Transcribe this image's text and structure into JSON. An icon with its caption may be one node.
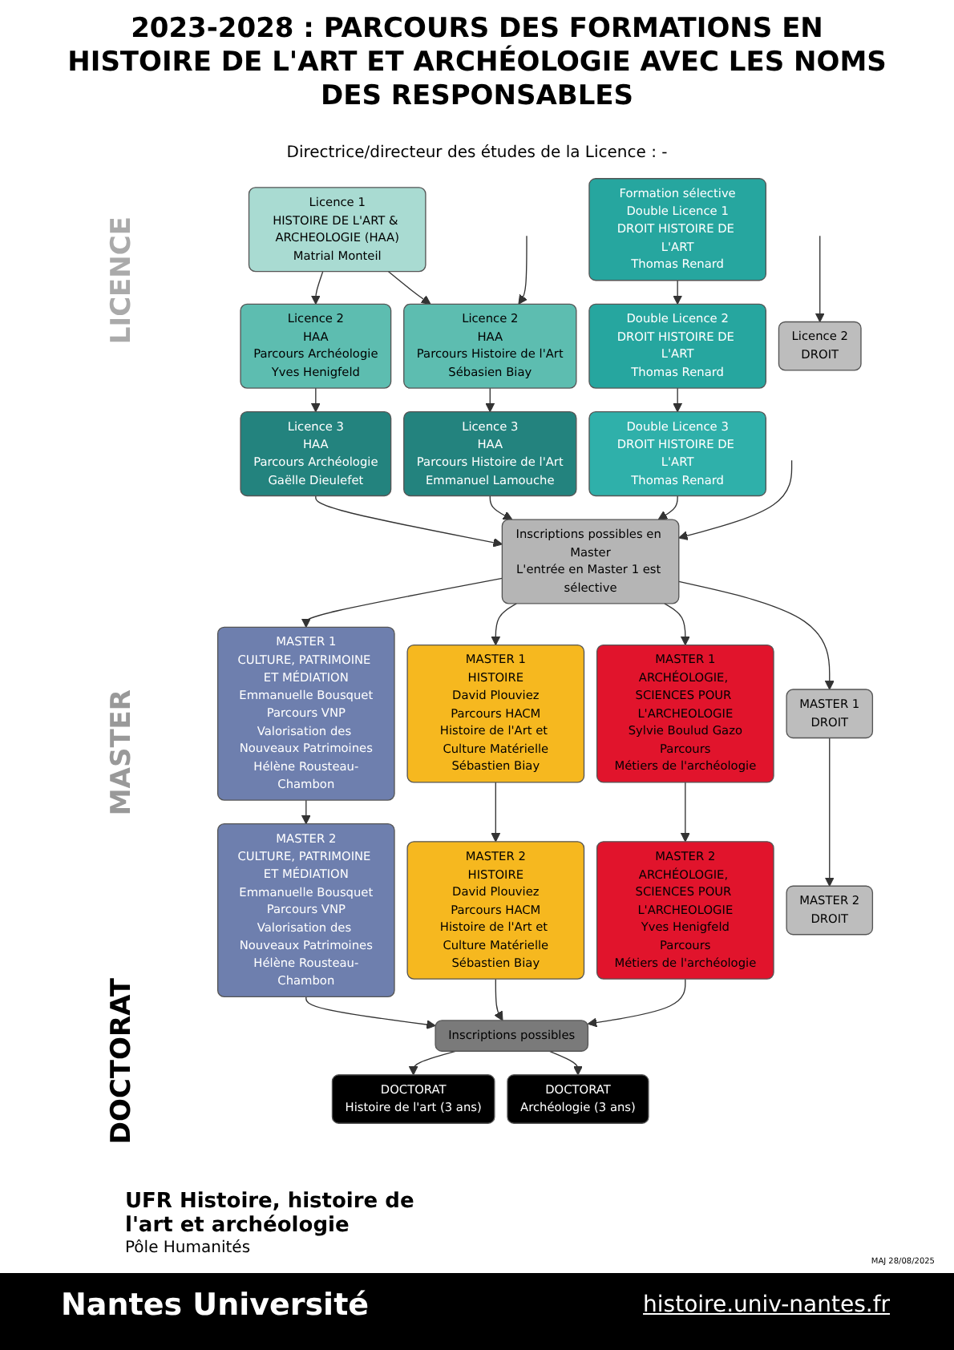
{
  "diagram": {
    "title": "2023-2028 : PARCOURS DES FORMATIONS EN HISTOIRE DE L'ART ET ARCHÉOLOGIE AVEC LES NOMS DES RESPONSABLES",
    "nodes": [
      {
        "text": [
          "Licence 1",
          "HISTOIRE DE L'ART & ARCHEOLOGIE (HAA)",
          "Matrial Monteil"
        ]
      },
      {
        "text": [
          "Formation sélective",
          "Double Licence 1",
          "DROIT HISTOIRE DE L'ART",
          "Thomas Renard"
        ]
      },
      {
        "text": [
          "Licence 2",
          "HAA",
          "Parcours Archéologie",
          "Yves Henigfeld"
        ]
      },
      {
        "text": [
          "Licence 2",
          "HAA",
          "Parcours Histoire de l'Art",
          "Sébasien Biay"
        ]
      },
      {
        "text": [
          "Double Licence 2",
          "DROIT HISTOIRE DE L'ART",
          "Thomas Renard"
        ]
      },
      {
        "text": [
          "Licence 2",
          "DROIT"
        ]
      },
      {
        "text": [
          "Licence 3",
          "HAA",
          "Parcours Archéologie",
          "Gaëlle Dieulefet"
        ]
      },
      {
        "text": [
          "Licence 3",
          "HAA",
          "Parcours Histoire de l'Art",
          "Emmanuel Lamouche"
        ]
      },
      {
        "text": [
          "Double Licence 3",
          "DROIT HISTOIRE DE L'ART",
          "Thomas Renard"
        ]
      },
      {
        "text": [
          "Inscriptions possibles en Master",
          "L'entrée en Master 1 est sélective"
        ]
      },
      {
        "text": [
          "MASTER 1",
          "CULTURE, PATRIMOINE ET MÉDIATION",
          "Emmanuelle Bousquet",
          "Parcours VNP",
          "Valorisation des Nouveaux Patrimoines",
          "Hélène Rousteau-Chambon"
        ]
      },
      {
        "text": [
          "MASTER 1",
          "HISTOIRE",
          "David Plouviez",
          "Parcours HACM",
          "Histoire de l'Art et Culture Matérielle",
          "Sébastien Biay"
        ]
      },
      {
        "text": [
          "MASTER 1",
          "ARCHÉOLOGIE, SCIENCES POUR L'ARCHEOLOGIE",
          "Sylvie Boulud Gazo",
          "Parcours",
          "Métiers de l'archéologie"
        ]
      },
      {
        "text": [
          "MASTER 1",
          "DROIT"
        ]
      },
      {
        "text": [
          "MASTER 2",
          "CULTURE, PATRIMOINE ET MÉDIATION",
          "Emmanuelle Bousquet",
          "Parcours VNP",
          "Valorisation des Nouveaux Patrimoines",
          "Hélène Rousteau-Chambon"
        ]
      },
      {
        "text": [
          "MASTER 2",
          "HISTOIRE",
          "David Plouviez",
          "Parcours HACM",
          "Histoire de l'Art et Culture Matérielle",
          "Sébastien Biay"
        ]
      },
      {
        "text": [
          "MASTER 2",
          "ARCHÉOLOGIE, SCIENCES POUR L'ARCHEOLOGIE",
          "Yves Henigfeld",
          "Parcours",
          "Métiers de l'archéologie"
        ]
      },
      {
        "text": [
          "MASTER 2",
          "DROIT"
        ]
      },
      {
        "text": [
          "Inscriptions possibles"
        ]
      },
      {
        "text": [
          "DOCTORAT",
          "Histoire de l'art (3 ans)"
        ]
      },
      {
        "text": [
          "DOCTORAT",
          "Archéologie (3 ans)"
        ]
      }
    ],
    "edges": [
      {
        "from": 0,
        "to": 2,
        "arrow": "to"
      },
      {
        "from": 0,
        "to": 3,
        "arrow": "to"
      },
      {
        "from": null,
        "to": 3,
        "arrow": "to"
      },
      {
        "from": 1,
        "to": 4,
        "arrow": "to"
      },
      {
        "from": null,
        "to": 5,
        "arrow": "to"
      },
      {
        "from": 2,
        "to": 6,
        "arrow": "to"
      },
      {
        "from": 3,
        "to": 7,
        "arrow": "to"
      },
      {
        "from": 4,
        "to": 8,
        "arrow": "to"
      },
      {
        "from": 6,
        "to": 9,
        "arrow": "to"
      },
      {
        "from": 7,
        "to": 9,
        "arrow": "to"
      },
      {
        "from": 8,
        "to": 9,
        "arrow": "to"
      },
      {
        "from": null,
        "to": 9,
        "arrow": "to"
      },
      {
        "from": 9,
        "to": 10,
        "arrow": "to"
      },
      {
        "from": 9,
        "to": 11,
        "arrow": "to"
      },
      {
        "from": 9,
        "to": 12,
        "arrow": "to"
      },
      {
        "from": 9,
        "to": 13,
        "arrow": "to"
      },
      {
        "from": 10,
        "to": 14,
        "arrow": "to"
      },
      {
        "from": 11,
        "to": 15,
        "arrow": "to"
      },
      {
        "from": 12,
        "to": 16,
        "arrow": "to"
      },
      {
        "from": 13,
        "to": 17,
        "arrow": "to"
      },
      {
        "from": 14,
        "to": 18,
        "arrow": "to"
      },
      {
        "from": 15,
        "to": 18,
        "arrow": "to"
      },
      {
        "from": 16,
        "to": 18,
        "arrow": "to"
      },
      {
        "from": 18,
        "to": 19,
        "arrow": "to"
      },
      {
        "from": 18,
        "to": 20,
        "arrow": "to"
      }
    ],
    "labels": [
      "Directrice/directeur des études de la Licence : -",
      "LICENCE",
      "MASTER",
      "DOCTORAT",
      "UFR Histoire, histoire de l'art et archéologie",
      "Pôle Humanités",
      "MAJ 28/08/2025",
      "Nantes Université",
      "histoire.univ-nantes.fr"
    ]
  }
}
